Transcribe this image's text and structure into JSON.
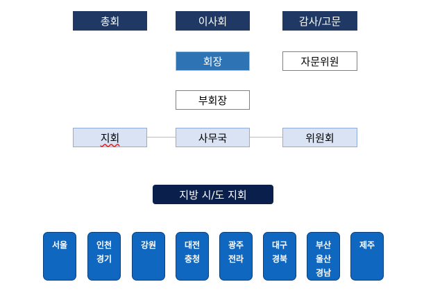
{
  "top_row": {
    "general_assembly": "총회",
    "board": "이사회",
    "audit_advisor": "감사/고문"
  },
  "chairman": "회장",
  "advisory_committee": "자문위원",
  "vice_chairman": "부회장",
  "branch": "지회",
  "secretariat": "사무국",
  "committee": "위원회",
  "regional_branches": "지방 시/도 지회",
  "regions": [
    {
      "line1": "서울",
      "line2": "",
      "line3": ""
    },
    {
      "line1": "인천",
      "line2": "경기",
      "line3": ""
    },
    {
      "line1": "강원",
      "line2": "",
      "line3": ""
    },
    {
      "line1": "대전",
      "line2": "충청",
      "line3": ""
    },
    {
      "line1": "광주",
      "line2": "전라",
      "line3": ""
    },
    {
      "line1": "대구",
      "line2": "경북",
      "line3": ""
    },
    {
      "line1": "부산",
      "line2": "울산",
      "line3": "경남"
    },
    {
      "line1": "제주",
      "line2": "",
      "line3": ""
    }
  ]
}
